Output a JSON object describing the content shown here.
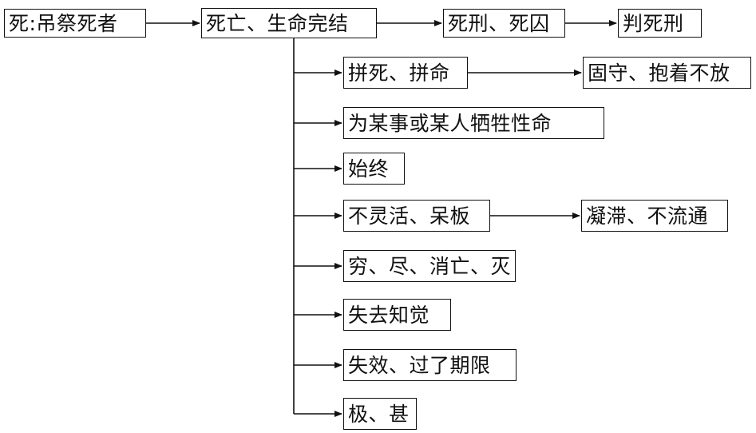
{
  "diagram": {
    "root": "死:吊祭死者",
    "main": "死亡、生命完结",
    "branch_a": "死刑、死囚",
    "branch_a_next": "判死刑",
    "senses": [
      {
        "label": "拼死、拼命",
        "next": "固守、抱着不放"
      },
      {
        "label": "为某事或某人牺牲性命"
      },
      {
        "label": "始终"
      },
      {
        "label": "不灵活、呆板",
        "next": "凝滞、不流通"
      },
      {
        "label": "穷、尽、消亡、灭"
      },
      {
        "label": "失去知觉"
      },
      {
        "label": "失效、过了期限"
      },
      {
        "label": "极、甚"
      }
    ],
    "colors": {
      "line": "#111111",
      "box_border": "#111111",
      "text": "#111111",
      "background": "#ffffff"
    }
  }
}
